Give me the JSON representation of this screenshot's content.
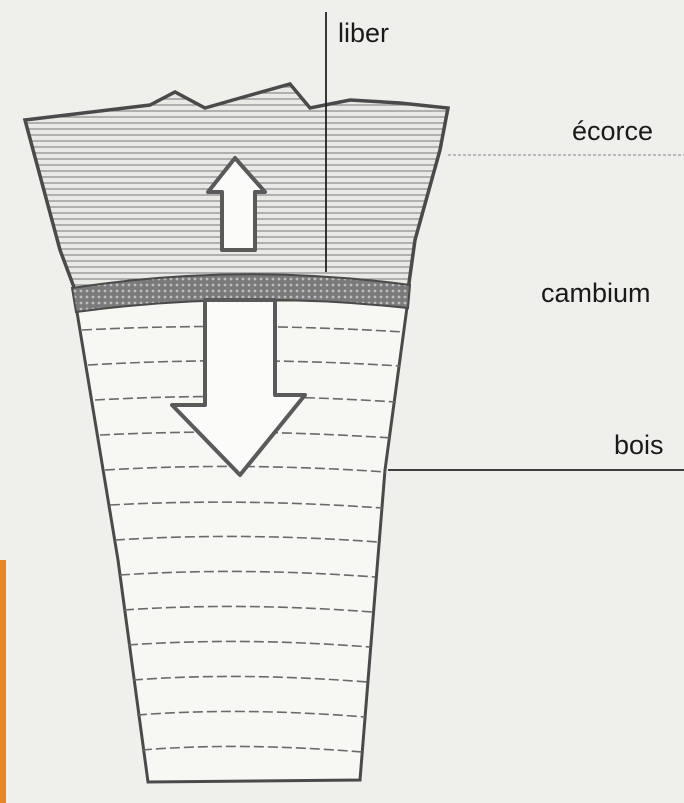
{
  "diagram": {
    "labels": {
      "liber": "liber",
      "ecorce": "écorce",
      "cambium": "cambium",
      "bois": "bois"
    },
    "colors": {
      "background": "#efefec",
      "ink": "#4a4a4a",
      "bark_hatch": "#8a8a8a",
      "cambium_band": "#6a6a6a",
      "wood_fill": "#f7f7f4",
      "arrow_outline": "#5a5a5a",
      "arrow_fill": "#fbfbf9",
      "accent_strip": "#e8862a"
    }
  }
}
